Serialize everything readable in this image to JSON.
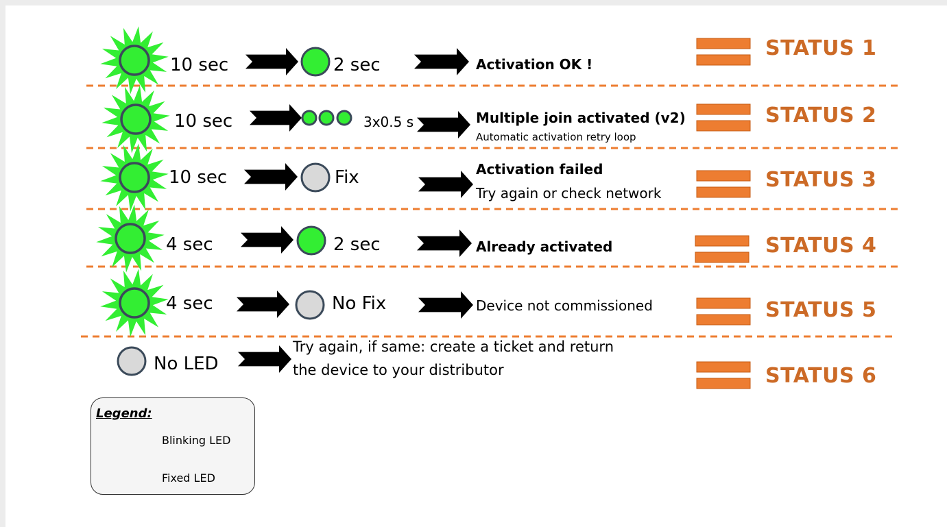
{
  "rows": [
    {
      "first_duration": "10 sec",
      "second_label": "2 sec",
      "message": "Activation OK !",
      "submessage": "",
      "status": "STATUS 1"
    },
    {
      "first_duration": "10 sec",
      "second_label": "3x0.5 s",
      "message": "Multiple join activated (v2)",
      "submessage": "Automatic activation retry loop",
      "status": "STATUS 2"
    },
    {
      "first_duration": "10 sec",
      "second_label": "Fix",
      "message": "Activation failed",
      "submessage": "Try again or check network",
      "status": "STATUS 3"
    },
    {
      "first_duration": "4 sec",
      "second_label": "2 sec",
      "message": "Already activated",
      "submessage": "",
      "status": "STATUS 4"
    },
    {
      "first_duration": "4 sec",
      "second_label": "No Fix",
      "message": "Device not commissioned",
      "submessage": "",
      "status": "STATUS 5"
    },
    {
      "first_duration": "No LED",
      "second_label": "",
      "message": "Try again, if same: create a ticket and return",
      "submessage": "the device to your distributor",
      "status": "STATUS 6"
    }
  ],
  "legend": {
    "title": "Legend:",
    "blinking": "Blinking LED",
    "fixed": "Fixed LED"
  },
  "colors": {
    "led_green": "#33ee33",
    "led_gray": "#d9d9d9",
    "led_outline": "#3b4a5a",
    "status_orange": "#cc6a26",
    "equal_bar": "#ed7d31",
    "divider": "#ed7d31",
    "arrow": "#000000"
  },
  "icons": [
    "blinking-led-icon",
    "fixed-led-icon",
    "off-led-icon",
    "arrow-right-icon",
    "equals-icon"
  ]
}
